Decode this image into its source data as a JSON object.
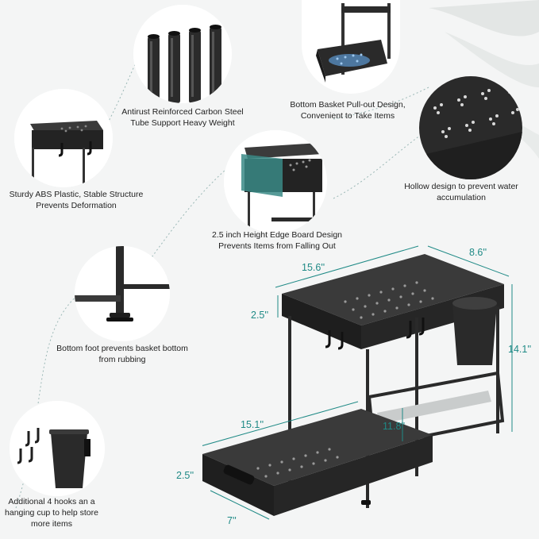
{
  "features": {
    "tube": "Antirust Reinforced Carbon Steel Tube Support Heavy Weight",
    "pullout": "Bottom Basket Pull-out Design, Convenient to Take Items",
    "abs": "Sturdy ABS Plastic, Stable Structure Prevents Deformation",
    "hollow": "Hollow design to prevent water accumulation",
    "edge": "2.5 inch Height Edge Board Design Prevents Items from Falling Out",
    "foot": "Bottom foot prevents basket bottom from rubbing",
    "hooks": "Additional 4 hooks an a hanging cup to help store more items"
  },
  "dimensions": {
    "top_length": "15.6''",
    "top_width": "8.6''",
    "top_height": "2.5''",
    "total_height": "14.1''",
    "bottom_length": "15.1''",
    "bottom_height": "2.5''",
    "inner_height": "11.8''",
    "bottom_width": "7''"
  },
  "colors": {
    "accent": "#1f8a86",
    "product": "#262626",
    "background": "#f4f5f5"
  }
}
